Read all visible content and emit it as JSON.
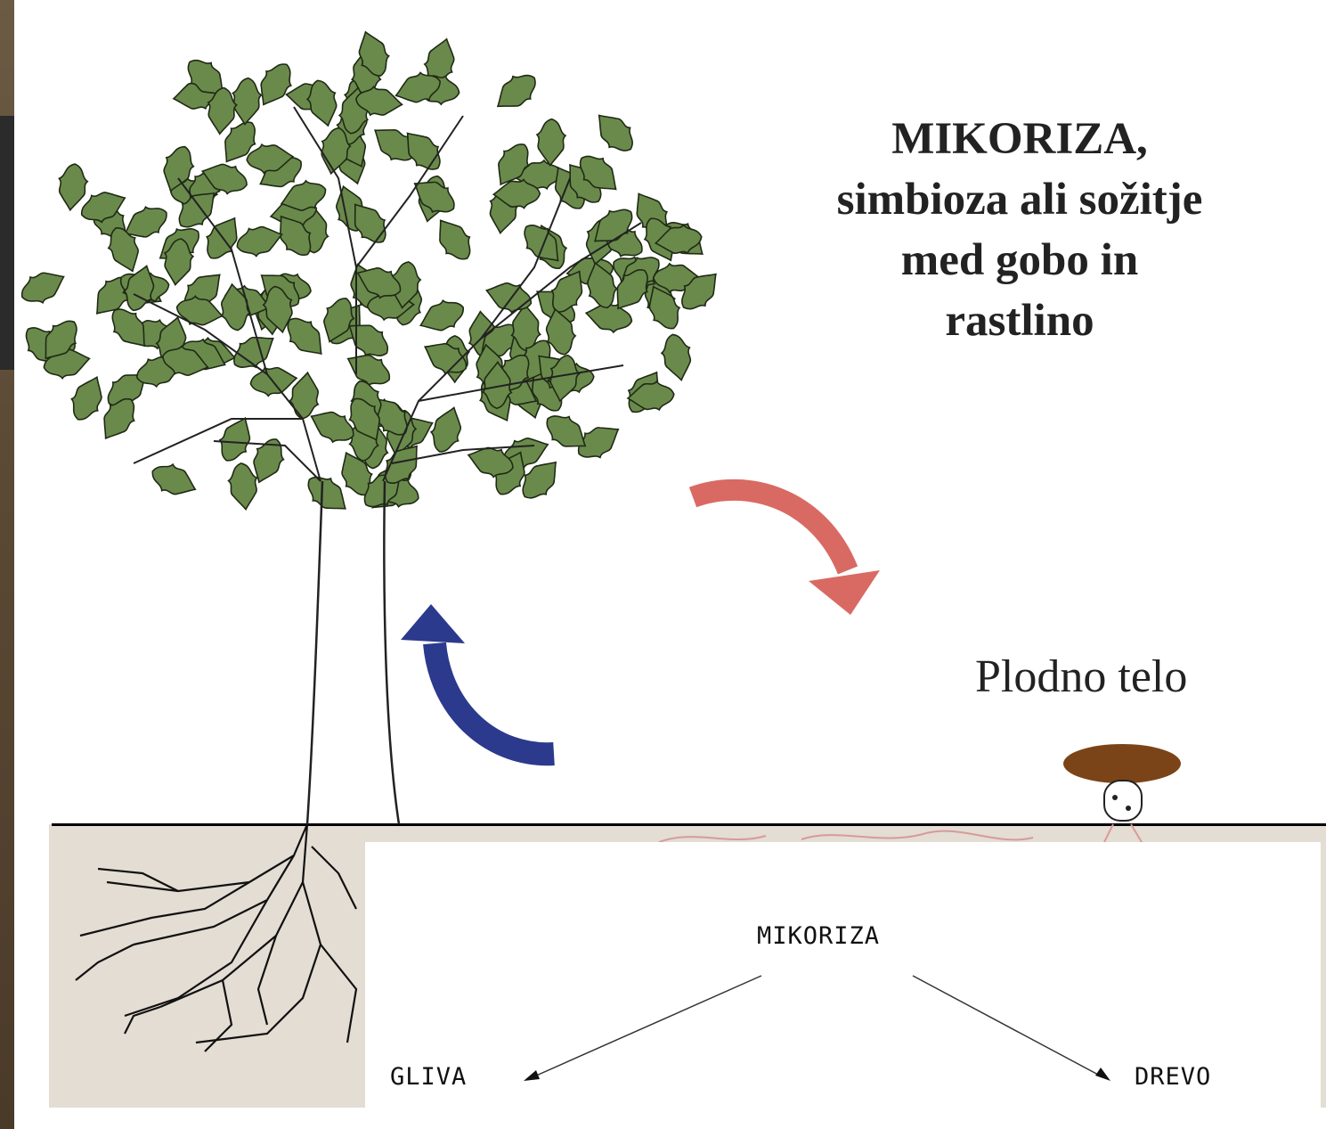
{
  "title": {
    "line1": "MIKORIZA,",
    "line2": "simbioza ali sožitje",
    "line3": "med gobo in",
    "line4": "rastlino"
  },
  "labels": {
    "fruiting_body": "Plodno telo"
  },
  "scheme": {
    "root": "MIKORIZA",
    "left": "GLIVA",
    "right": "DREVO"
  },
  "colors": {
    "leaf": "#6a8a4c",
    "red_arrow": "#d96a63",
    "blue_arrow": "#2b3a8c",
    "mushroom_cap": "#7a4418",
    "soil": "#e3ddd4"
  }
}
